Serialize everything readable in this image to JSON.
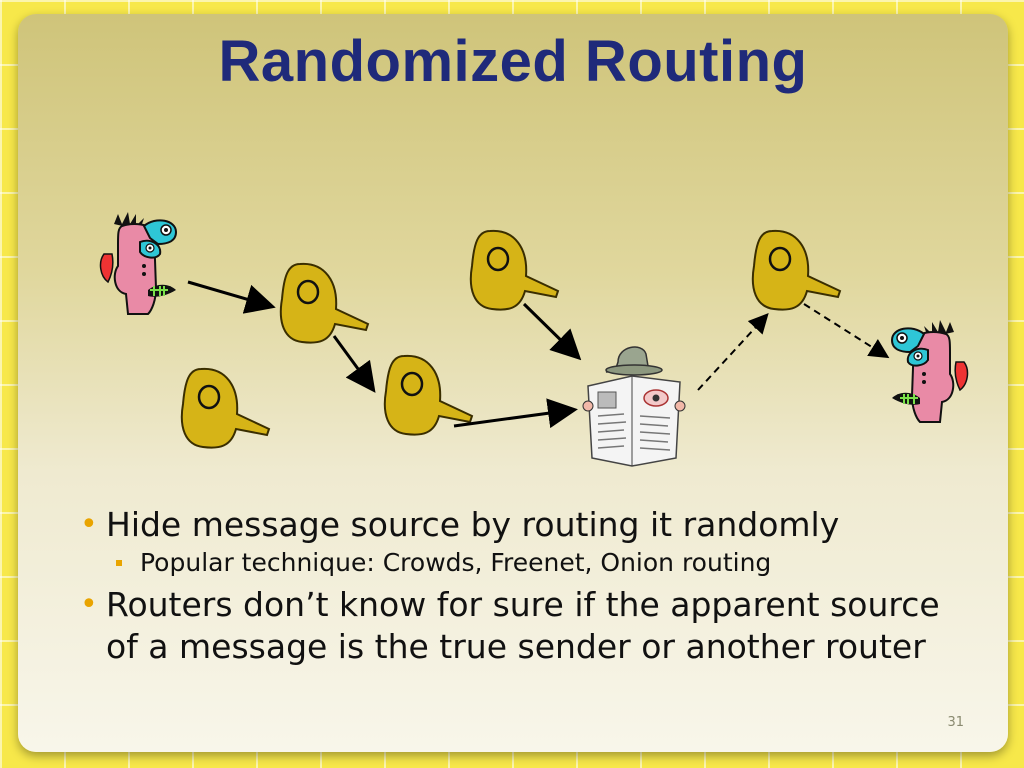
{
  "slide": {
    "title": "Randomized Routing",
    "page_number": "31"
  },
  "bullets": [
    {
      "level": 1,
      "text": "Hide message source by routing it randomly"
    },
    {
      "level": 2,
      "text": "Popular technique: Crowds, Freenet, Onion routing"
    },
    {
      "level": 1,
      "text": "Routers don’t know for sure if the apparent source of a message is the true sender or another router"
    }
  ],
  "colors": {
    "title": "#1f2a7a",
    "bullet_marker": "#e9a400",
    "router_mask": "#d6b417",
    "background": "#f7e84a"
  },
  "icons": [
    "sender-person-icon",
    "router-mask-icon",
    "observer-newspaper-icon",
    "receiver-person-icon",
    "arrow-icon",
    "dashed-arrow-icon"
  ]
}
